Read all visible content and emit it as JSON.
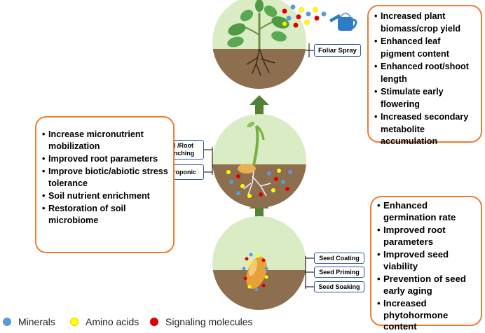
{
  "stages": {
    "foliar": {
      "method_labels": [
        "Foliar Spray"
      ],
      "benefits": [
        "Increased plant biomass/crop yield",
        "Enhanced leaf pigment content",
        "Enhanced root/shoot length",
        "Stimulate early flowering",
        "Increased secondary metabolite accumulation"
      ]
    },
    "soil": {
      "method_labels": [
        "Soil /Root Drenching",
        "Hydroponic"
      ],
      "benefits": [
        "Increase micronutrient mobilization",
        "Improved root parameters",
        "Improve biotic/abiotic stress tolerance",
        "Soil nutrient enrichment",
        "Restoration of soil microbiome"
      ]
    },
    "seed": {
      "method_labels": [
        "Seed Coating",
        "Seed Priming",
        "Seed Soaking"
      ],
      "benefits": [
        "Enhanced germination rate",
        "Improved root parameters",
        "Improved seed viability",
        "Prevention of seed early aging",
        "Increased phytohormone content"
      ]
    }
  },
  "bullet_glyph": "•",
  "legend": [
    {
      "label": "Minerals",
      "color": "#5b9bd5"
    },
    {
      "label": "Amino acids",
      "color": "#ffff00"
    },
    {
      "label": "Signaling molecules",
      "color": "#e00000"
    }
  ],
  "colors": {
    "sky": "#d9ecc4",
    "soil": "#8d6e4e",
    "arrow": "#548235",
    "box_border": "#ed7d31",
    "label_border": "#2f5597",
    "leaf": "#4e9a45",
    "stem": "#6d8f3c"
  }
}
